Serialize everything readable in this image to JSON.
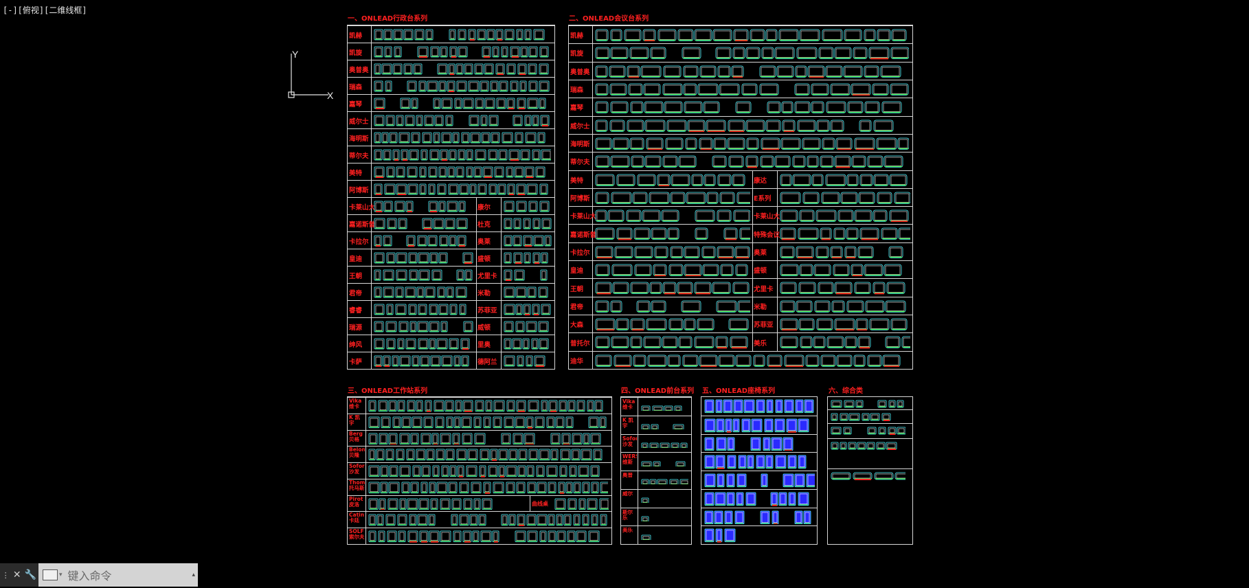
{
  "viewport": {
    "label": "[-][俯视][二维线框]"
  },
  "ucs": {
    "x_label": "X",
    "y_label": "Y"
  },
  "colors": {
    "background": "#000000",
    "title": "#ff2020",
    "frame": "#d8d8d8",
    "cyan": "#4ff5ff",
    "green": "#3cff3c",
    "blue": "#2a2aff",
    "white": "#ffffff",
    "red": "#ff2020"
  },
  "panels": {
    "p1": {
      "title": "一、ONLEAD行政台系列",
      "left_labels": [
        "凯赫",
        "凯旋",
        "奥普奥",
        "瑞森",
        "嘉琴",
        "威尔士",
        "海明斯",
        "蒂尔夫",
        "美特",
        "阿博斯",
        "卡莱山大",
        "嘉诺斯普",
        "卡拉尔",
        "皇迪",
        "王朝",
        "君帝",
        "睿睿",
        "瑞源",
        "绅风",
        "卡萨"
      ],
      "right_labels": [
        "康尔",
        "杜克",
        "奥莱",
        "盛顿",
        "尤里卡",
        "米勒",
        "苏菲亚",
        "威顿",
        "里奥",
        "德阿兰"
      ]
    },
    "p2": {
      "title": "二、ONLEAD会议台系列",
      "left_labels": [
        "凯赫",
        "凯旋",
        "奥普奥",
        "瑞森",
        "嘉琴",
        "威尔士",
        "海明斯",
        "蒂尔夫",
        "美特",
        "阿博斯",
        "卡莱山大",
        "嘉诺斯普",
        "卡拉尔",
        "皇迪",
        "王朝",
        "君帝",
        "大森",
        "普托尔",
        "迪华"
      ],
      "right_labels": [
        "康达",
        "E系列",
        "卡莱山大",
        "特殊会议",
        "奥莱",
        "盛顿",
        "尤里卡",
        "米勒",
        "苏菲亚",
        "美乐"
      ]
    },
    "p3": {
      "title": "三、ONLEAD工作站系列",
      "labels": [
        "Vika 维卡",
        "K 凯宇",
        "Berg 贝格",
        "Belon 贝隆",
        "Sofor 沙发",
        "Thomas 托马斯",
        "Pirot 皮洛",
        "Catin 卡廷",
        "SOLF 索尔夫"
      ],
      "inner_label": "曲线桌"
    },
    "p4": {
      "title": "四、ONLEAD前台系列",
      "labels": [
        "Vika 维卡",
        "K 凯宇",
        "Sofor 沙发",
        "WERSH 维斯",
        "奥普",
        "威尔",
        "斯尔乐",
        "美乐"
      ]
    },
    "p5": {
      "title": "五、ONLEAD座椅系列"
    },
    "p6": {
      "title": "六、综合类"
    }
  },
  "command_line": {
    "placeholder": "键入命令",
    "close_icon": "close-icon",
    "settings_icon": "wrench-icon",
    "history_icon": "command-history-icon"
  }
}
